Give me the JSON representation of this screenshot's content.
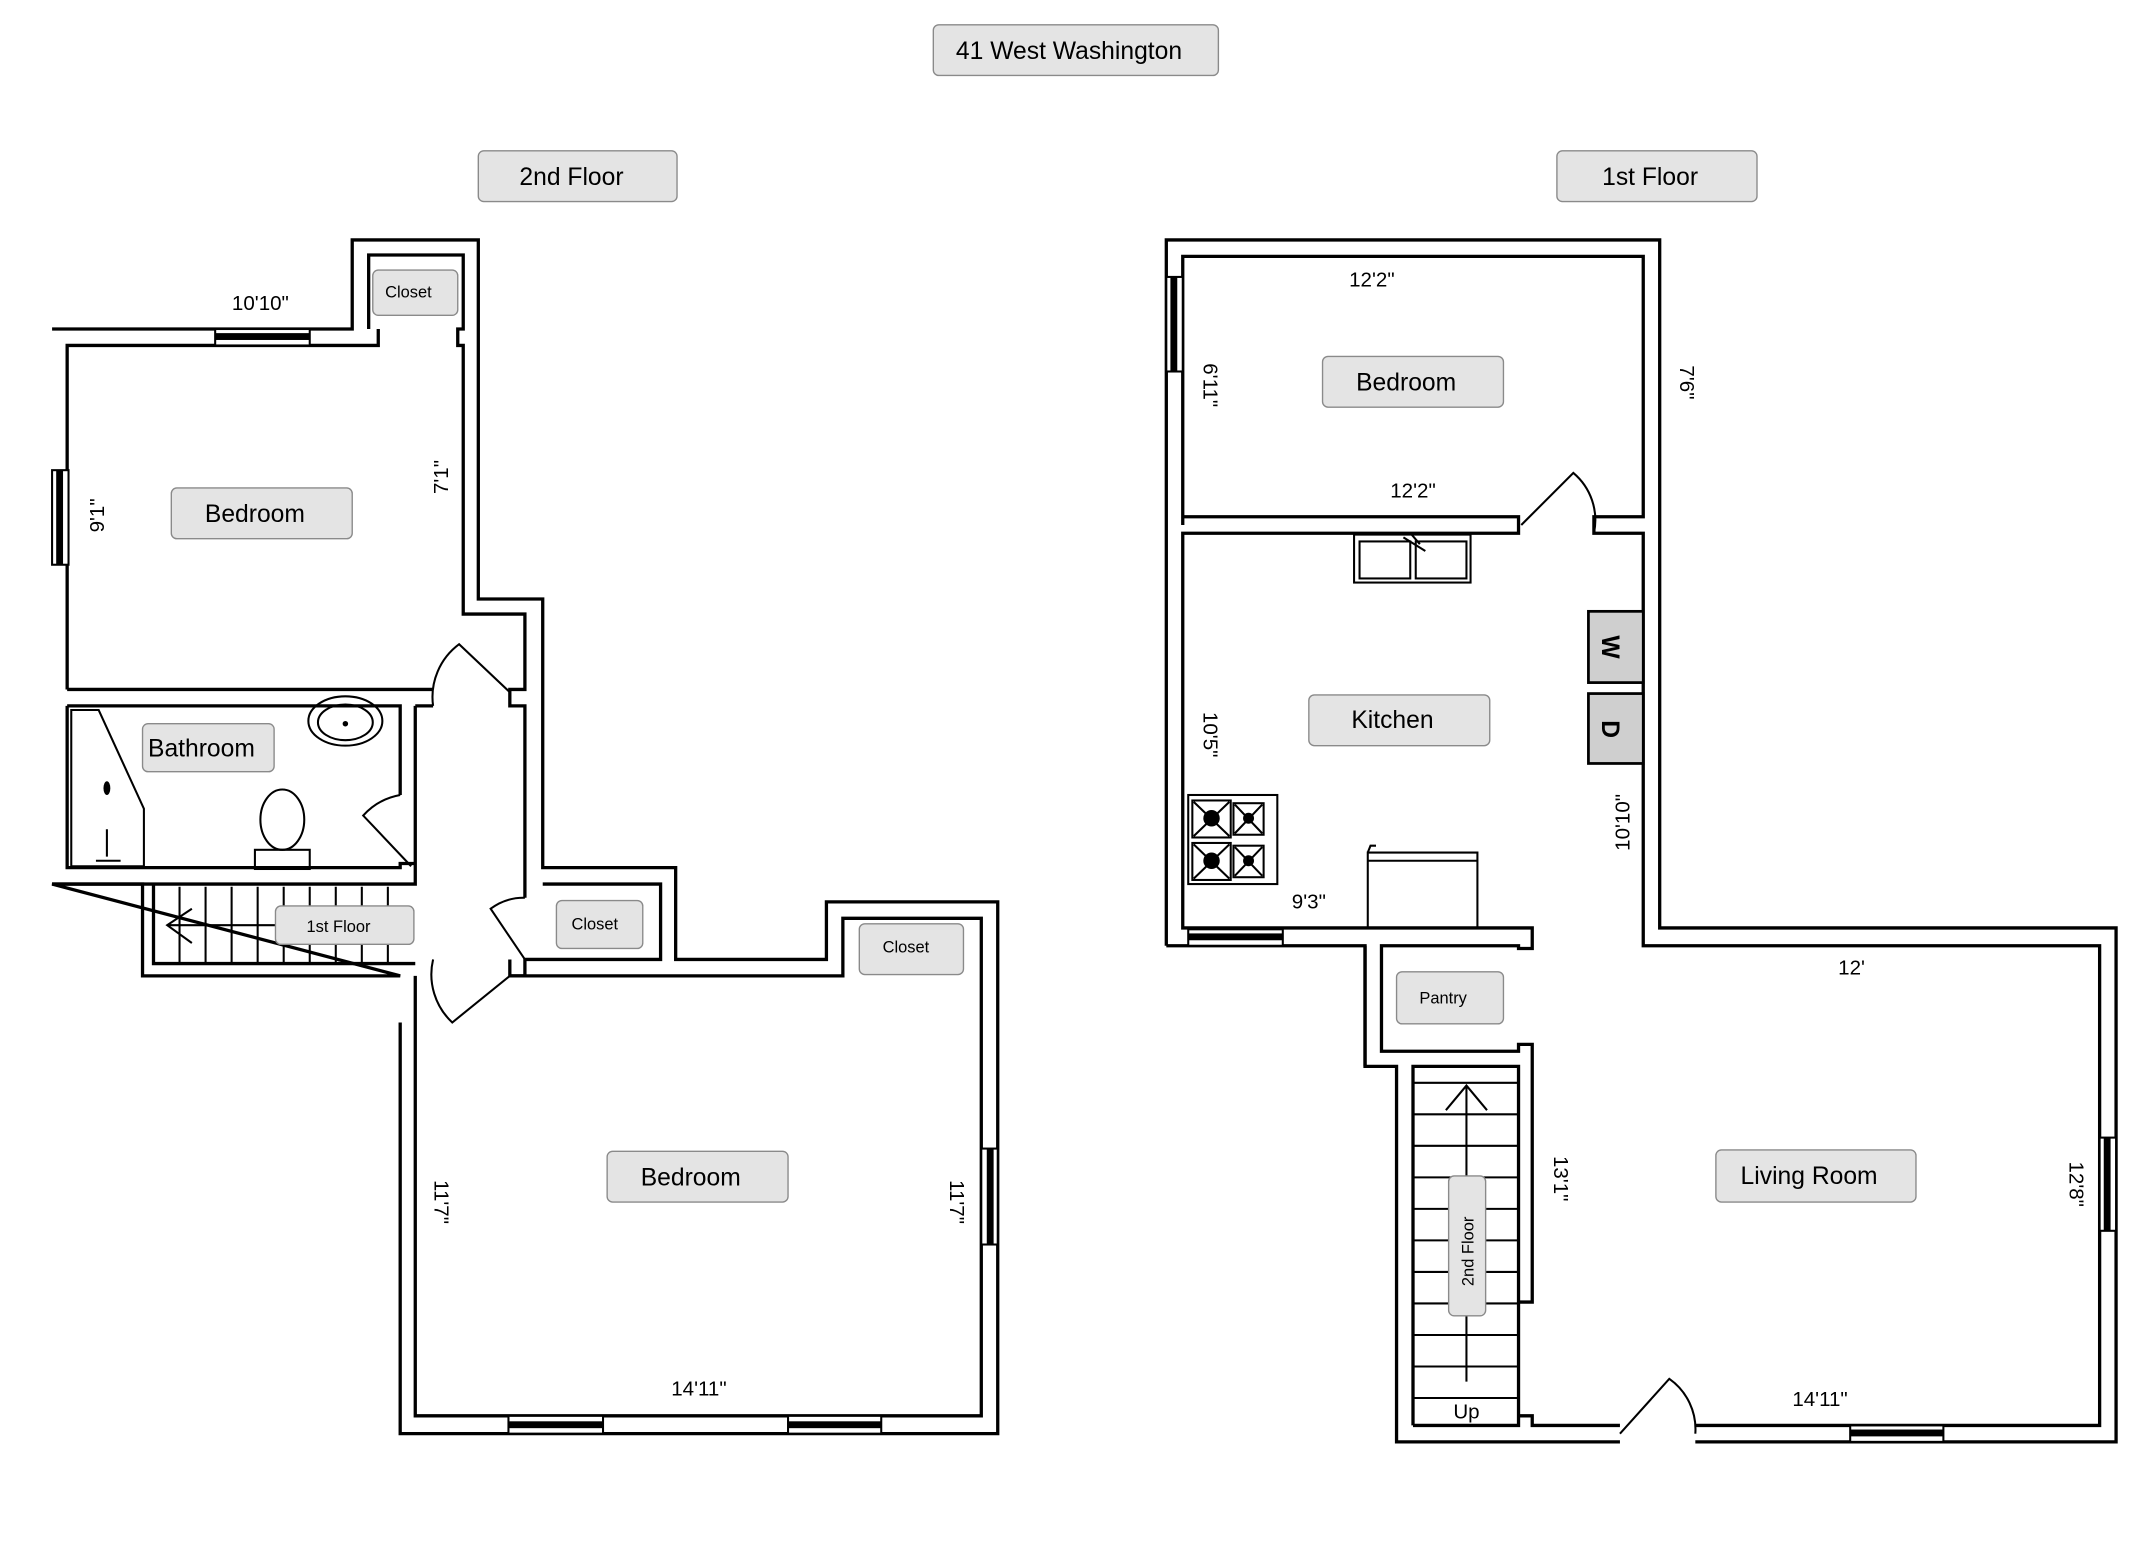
{
  "title": "41 West Washington",
  "second_floor": {
    "label": "2nd Floor",
    "rooms": {
      "bedroom_top": "Bedroom",
      "closet_top": "Closet",
      "bathroom": "Bathroom",
      "stairs": "1st Floor",
      "closet_hall": "Closet",
      "closet_bottom": "Closet",
      "bedroom_bottom": "Bedroom"
    },
    "dimensions": {
      "top_bedroom_width": "10'10\"",
      "top_bedroom_left": "9'1\"",
      "top_bedroom_right": "7'1\"",
      "bottom_bedroom_left": "11'7\"",
      "bottom_bedroom_right": "11'7\"",
      "bottom_bedroom_width": "14'11\""
    }
  },
  "first_floor": {
    "label": "1st Floor",
    "rooms": {
      "bedroom": "Bedroom",
      "kitchen": "Kitchen",
      "pantry": "Pantry",
      "living_room": "Living Room",
      "stairs": "2nd Floor",
      "stairs_up": "Up",
      "washer": "W",
      "dryer": "D"
    },
    "dimensions": {
      "bedroom_top": "12'2\"",
      "bedroom_bottom": "12'2\"",
      "bedroom_left": "6'11\"",
      "bedroom_right": "7'6\"",
      "kitchen_left": "10'5\"",
      "kitchen_right": "10'10\"",
      "kitchen_bottom": "9'3\"",
      "living_top": "12'",
      "living_left": "13'1\"",
      "living_right": "12'8\"",
      "living_bottom": "14'11\""
    }
  }
}
